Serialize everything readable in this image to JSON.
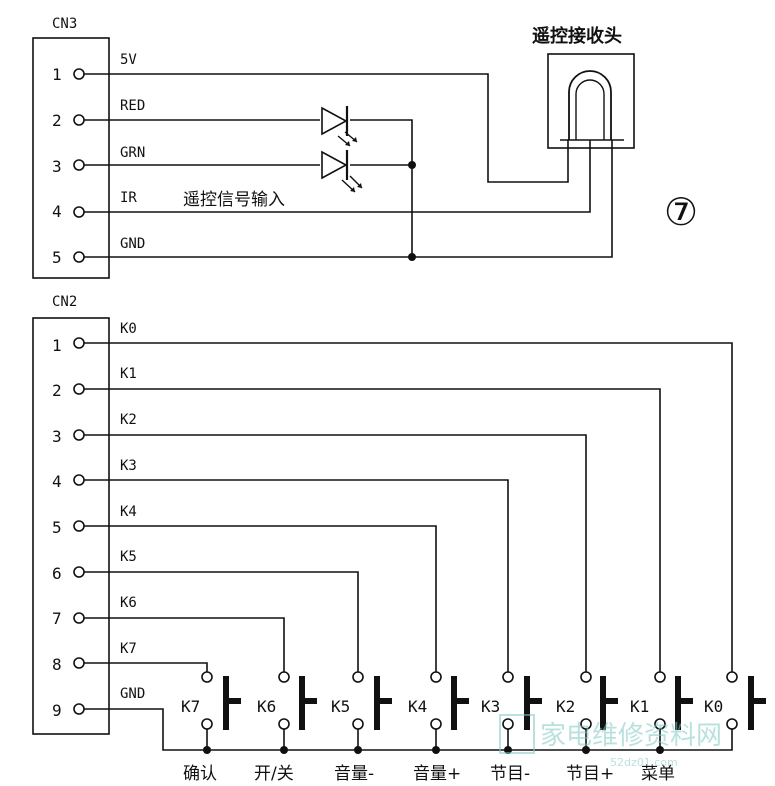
{
  "cn3": {
    "title": "CN3",
    "pins": [
      {
        "num": "1",
        "label": "5V"
      },
      {
        "num": "2",
        "label": "RED"
      },
      {
        "num": "3",
        "label": "GRN"
      },
      {
        "num": "4",
        "label": "IR"
      },
      {
        "num": "5",
        "label": "GND"
      }
    ],
    "ir_input_label": "遥控信号输入",
    "receiver_label": "遥控接收头",
    "figure_number": "⑦"
  },
  "cn2": {
    "title": "CN2",
    "pins": [
      {
        "num": "1",
        "label": "K0"
      },
      {
        "num": "2",
        "label": "K1"
      },
      {
        "num": "3",
        "label": "K2"
      },
      {
        "num": "4",
        "label": "K3"
      },
      {
        "num": "5",
        "label": "K4"
      },
      {
        "num": "6",
        "label": "K5"
      },
      {
        "num": "7",
        "label": "K6"
      },
      {
        "num": "8",
        "label": "K7"
      },
      {
        "num": "9",
        "label": "GND"
      }
    ]
  },
  "switches": [
    {
      "id": "K7",
      "func": "确认"
    },
    {
      "id": "K6",
      "func": "开/关"
    },
    {
      "id": "K5",
      "func": "音量-"
    },
    {
      "id": "K4",
      "func": "音量+"
    },
    {
      "id": "K3",
      "func": "节目-"
    },
    {
      "id": "K2",
      "func": "节目+"
    },
    {
      "id": "K1",
      "func": "菜单"
    },
    {
      "id": "K0",
      "func": ""
    }
  ],
  "watermark": {
    "main": "家电维修资料网",
    "sub": "52dz01.com"
  }
}
